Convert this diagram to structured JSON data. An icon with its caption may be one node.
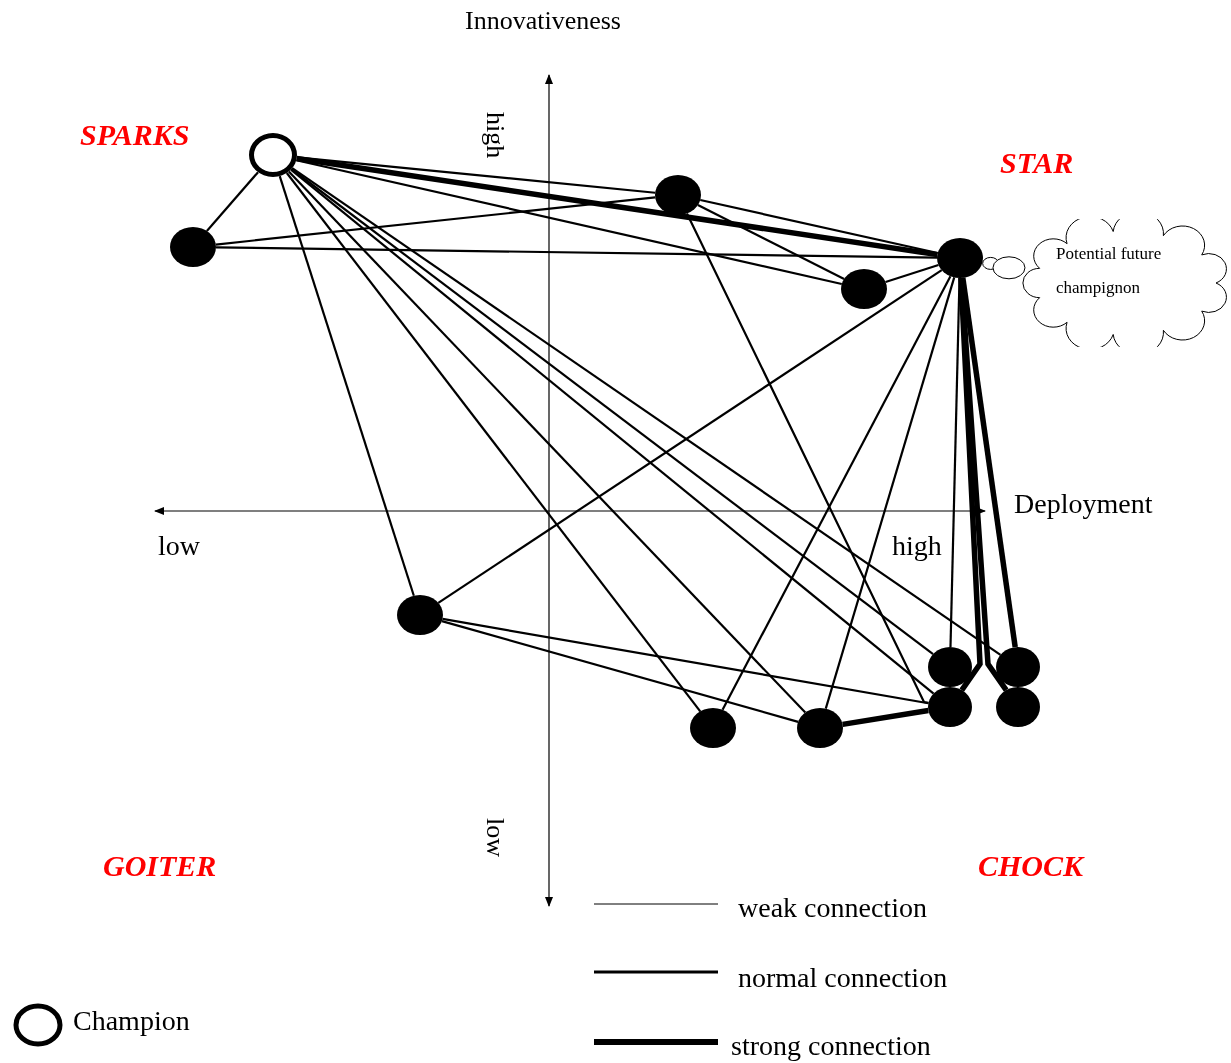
{
  "diagram": {
    "nodes": [
      {
        "text": [],
        "shape": "circle"
      },
      {
        "text": [],
        "shape": "circle"
      },
      {
        "text": [],
        "shape": "circle"
      },
      {
        "text": [],
        "shape": "circle"
      },
      {
        "text": [],
        "shape": "circle"
      },
      {
        "text": [],
        "shape": "circle"
      },
      {
        "text": [],
        "shape": "circle"
      },
      {
        "text": [],
        "shape": "circle"
      },
      {
        "text": [],
        "shape": "circle"
      },
      {
        "text": [],
        "shape": "circle"
      },
      {
        "text": [],
        "shape": "circle"
      },
      {
        "text": [],
        "shape": "circle"
      },
      {
        "text": [
          "Potential future champignon"
        ]
      }
    ],
    "edges": [
      {
        "from": 0,
        "to": 1,
        "arrow": "none"
      },
      {
        "from": 0,
        "to": 2,
        "arrow": "none"
      },
      {
        "from": 0,
        "to": 3,
        "arrow": "none",
        "style": "thick"
      },
      {
        "from": 0,
        "to": 4,
        "arrow": "none"
      },
      {
        "from": 0,
        "to": 5,
        "arrow": "none"
      },
      {
        "from": 0,
        "to": 6,
        "arrow": "none"
      },
      {
        "from": 0,
        "to": 7,
        "arrow": "none"
      },
      {
        "from": 0,
        "to": 10,
        "arrow": "none"
      },
      {
        "from": 0,
        "to": 8,
        "arrow": "none"
      },
      {
        "from": 0,
        "to": 9,
        "arrow": "none"
      },
      {
        "from": 1,
        "to": 2,
        "arrow": "none"
      },
      {
        "from": 1,
        "to": 3,
        "arrow": "none"
      },
      {
        "from": 2,
        "to": 3,
        "arrow": "none"
      },
      {
        "from": 2,
        "to": 4,
        "arrow": "none"
      },
      {
        "from": 2,
        "to": 10,
        "arrow": "none"
      },
      {
        "from": 3,
        "to": 4,
        "arrow": "none"
      },
      {
        "from": 3,
        "to": 5,
        "arrow": "none"
      },
      {
        "from": 3,
        "to": 6,
        "arrow": "none"
      },
      {
        "from": 3,
        "to": 7,
        "arrow": "none"
      },
      {
        "from": 3,
        "to": 8,
        "arrow": "none"
      },
      {
        "from": 3,
        "to": 10,
        "arrow": "none",
        "style": "thick"
      },
      {
        "from": 3,
        "to": 11,
        "arrow": "none",
        "style": "thick"
      },
      {
        "from": 3,
        "to": 9,
        "arrow": "none",
        "style": "thick"
      },
      {
        "from": 5,
        "to": 10,
        "arrow": "none"
      },
      {
        "from": 5,
        "to": 7,
        "arrow": "none"
      },
      {
        "from": 7,
        "to": 10,
        "arrow": "none",
        "style": "thick"
      },
      {
        "from": 3,
        "to": 12,
        "arrow": "other"
      }
    ],
    "labels": [
      "Innovativeness",
      "high",
      "low",
      "Deployment",
      "low",
      "high",
      "SPARKS",
      "STAR",
      "GOITER",
      "CHOCK"
    ],
    "legend": [
      {
        "text": "weak connection"
      },
      {
        "text": "normal connection"
      },
      {
        "text": "strong connection"
      },
      {
        "text": "Champion"
      }
    ]
  }
}
